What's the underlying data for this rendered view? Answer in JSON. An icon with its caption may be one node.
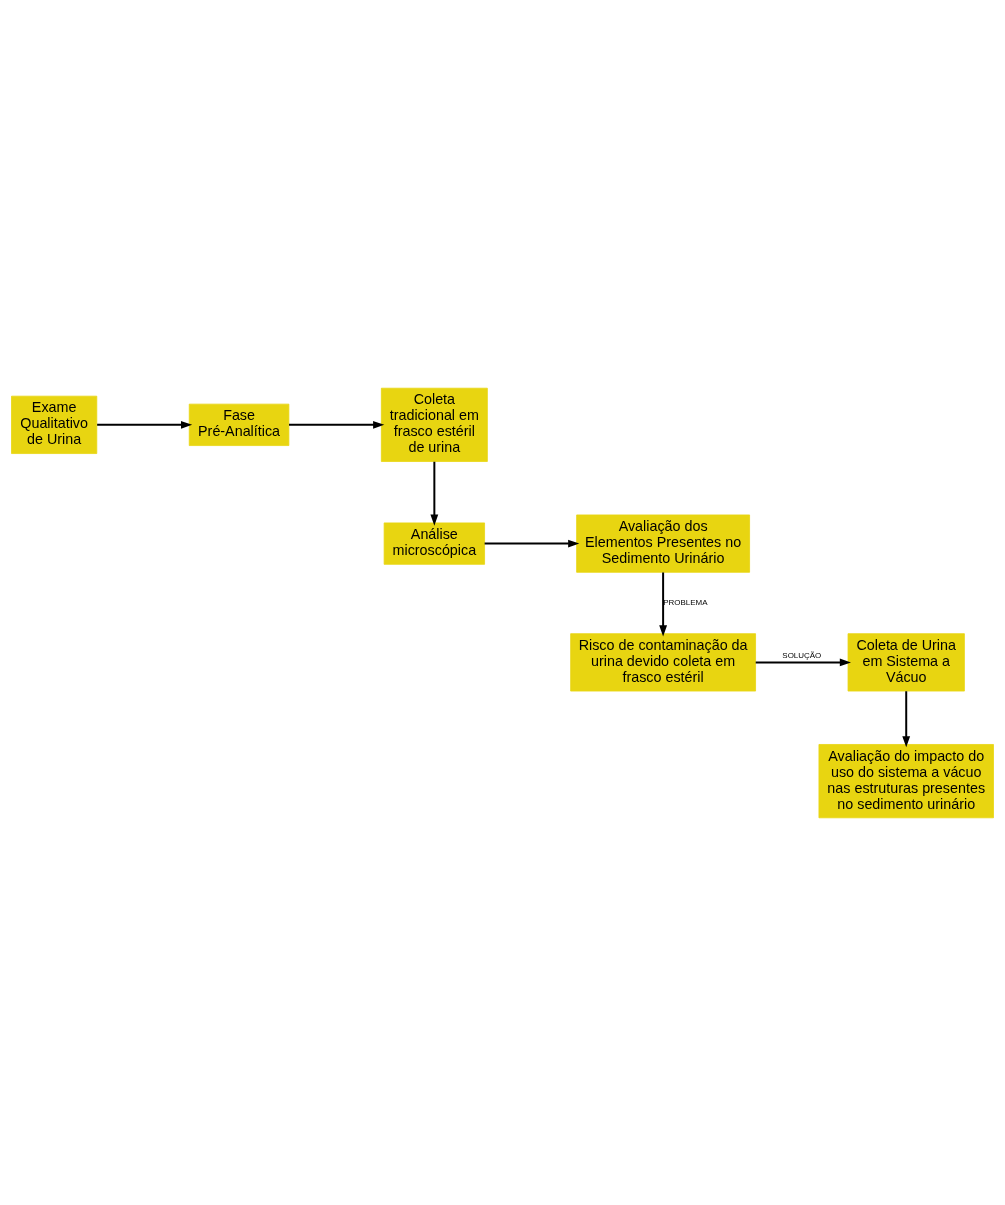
{
  "diagram": {
    "nodes": [
      {
        "text": [
          "Exame Qualitativo de Urina"
        ]
      },
      {
        "text": [
          "Fase Pré-Analítica"
        ]
      },
      {
        "text": [
          "Coleta tradicional em frasco estéril de urina"
        ]
      },
      {
        "text": [
          "Avaliação dos Elementos Presentes no Sedimento Urinário"
        ]
      },
      {
        "text": [
          "Análise microscópica"
        ]
      },
      {
        "text": [
          "Risco de contaminação da urina devido coleta em frasco estéril"
        ]
      },
      {
        "text": [
          "Coleta de Urina em Sistema a Vácuo"
        ]
      },
      {
        "text": [
          "Avaliação do impacto do uso do sistema a vácuo nas estruturas presentes no sedimento urinário"
        ]
      }
    ],
    "edges": [
      {
        "from": 0,
        "to": 1,
        "arrow": "to"
      },
      {
        "from": 1,
        "to": 2,
        "arrow": "to"
      },
      {
        "from": 2,
        "to": 4,
        "arrow": "to"
      },
      {
        "from": 4,
        "to": 3,
        "arrow": "to"
      },
      {
        "from": 3,
        "to": 5,
        "arrow": "to",
        "label": "PROBLEMA"
      },
      {
        "from": 5,
        "to": 6,
        "arrow": "to",
        "label": "SOLUÇÃO"
      },
      {
        "from": 6,
        "to": 7,
        "arrow": "to"
      }
    ]
  }
}
